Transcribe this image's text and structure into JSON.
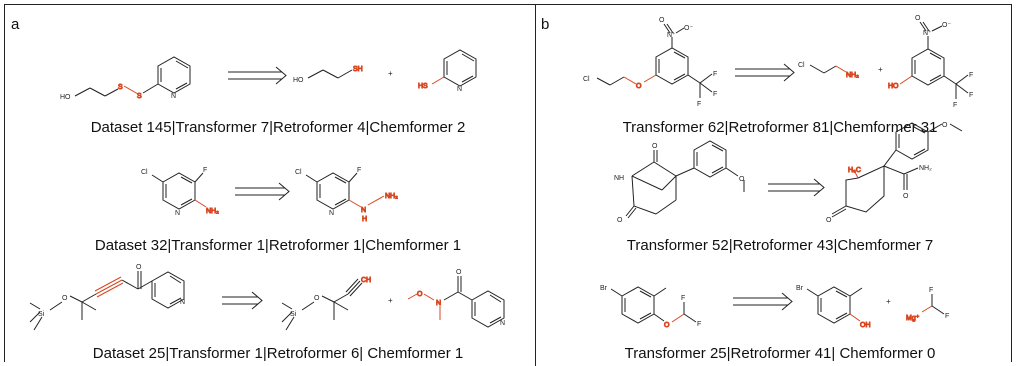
{
  "panels": [
    {
      "letter": "a",
      "rows": [
        {
          "caption": "Dataset 145|Transformer 7|Retroformer 4|Chemformer 2",
          "plus": "+",
          "atoms": {
            "ho": "HO",
            "s1": "S",
            "s2": "S",
            "n": "N",
            "ho2": "HO",
            "sh": "SH",
            "hs": "HS",
            "n2": "N"
          }
        },
        {
          "caption": "Dataset 32|Transformer 1|Retroformer 1|Chemformer 1",
          "atoms": {
            "cl": "Cl",
            "f": "F",
            "n": "N",
            "nh2": "NH₂",
            "cl2": "Cl",
            "f2": "F",
            "n2": "N",
            "nh": "N",
            "h": "H",
            "nh2b": "NH₂"
          }
        },
        {
          "caption": "Dataset 25|Transformer 1|Retroformer 6| Chemformer 1",
          "plus": "+",
          "atoms": {
            "si": "Si",
            "o": "O",
            "o2": "O",
            "n": "N",
            "si2": "Si",
            "o3": "O",
            "ch": "CH",
            "o4": "O",
            "n2": "N",
            "n3": "N",
            "o5": "O"
          }
        }
      ]
    },
    {
      "letter": "b",
      "rows": [
        {
          "caption": "Transformer 62|Retroformer 81|Chemformer 31",
          "plus": "+",
          "atoms": {
            "cl": "Cl",
            "o": "O",
            "n": "N⁺",
            "om": "O⁻",
            "od": "O",
            "f1": "F",
            "f2": "F",
            "f3": "F",
            "cl2": "Cl",
            "nh2": "NH₂",
            "ho": "HO",
            "n2": "N⁺",
            "om2": "O⁻",
            "od2": "O",
            "f4": "F",
            "f5": "F",
            "f6": "F"
          }
        },
        {
          "caption": "Transformer 52|Retroformer 43|Chemformer 7",
          "atoms": {
            "nh": "NH",
            "o1": "O",
            "o2": "O",
            "o3": "O",
            "h3c": "H₃C",
            "nh2": "NH₂",
            "o4": "O",
            "o5": "O",
            "o6": "O"
          }
        },
        {
          "caption": "Transformer 25|Retroformer 41| Chemformer 0",
          "plus": "+",
          "atoms": {
            "br": "Br",
            "o": "O",
            "f1": "F",
            "f2": "F",
            "br2": "Br",
            "oh": "OH",
            "mg": "Mg⁺",
            "f3": "F",
            "f4": "F"
          }
        }
      ]
    }
  ]
}
